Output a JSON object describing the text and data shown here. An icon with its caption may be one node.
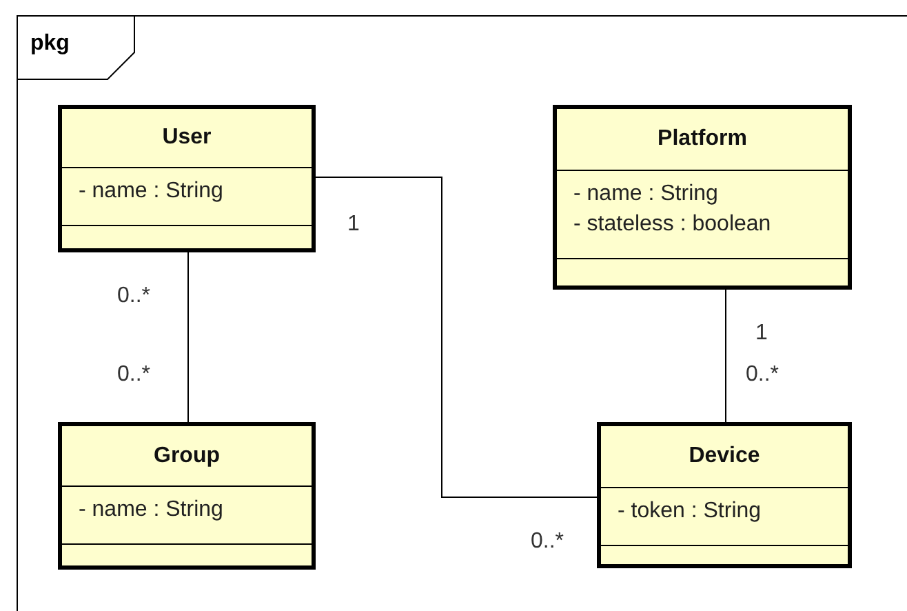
{
  "diagram": {
    "nodes": [
      {
        "text": [
          "pkg"
        ]
      },
      {
        "text": [
          "User",
          "- name : String"
        ],
        "in": 0
      },
      {
        "text": [
          "Platform",
          "- name : String",
          "- stateless : boolean"
        ],
        "in": 0
      },
      {
        "text": [
          "Group",
          "- name : String"
        ],
        "in": 0
      },
      {
        "text": [
          "Device",
          "- token : String"
        ],
        "in": 0
      }
    ],
    "edges": [
      {
        "from": 1,
        "to": 3,
        "arrow": "none"
      },
      {
        "from": 1,
        "to": 4,
        "arrow": "none"
      },
      {
        "from": 2,
        "to": 4,
        "arrow": "none"
      }
    ],
    "labels": [
      "1",
      "0..*",
      "1",
      "0..*",
      "0..*",
      "0..*"
    ]
  }
}
